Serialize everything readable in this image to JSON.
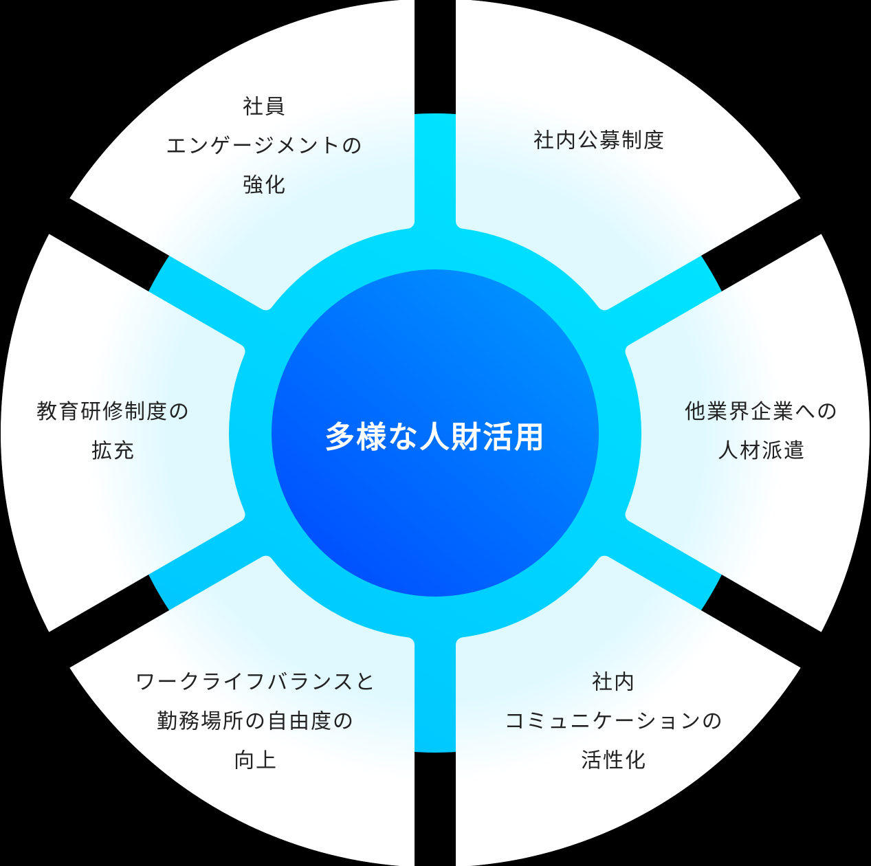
{
  "diagram": {
    "center_title": "多様な人財活用",
    "colors": {
      "background": "#000000",
      "ring_top": "#00e6ff",
      "ring_bottom": "#00c8ff",
      "core_light": "#0090ff",
      "core_dark": "#0052ff",
      "segment_white": "#ffffff",
      "segment_glow": "#e0f9ff",
      "text": "#222222",
      "center_text": "#ffffff"
    },
    "segments": [
      {
        "position": "top-left",
        "lines": [
          "社員",
          "エンゲージメントの",
          "強化"
        ]
      },
      {
        "position": "top-right",
        "lines": [
          "社内公募制度"
        ]
      },
      {
        "position": "right",
        "lines": [
          "他業界企業への",
          "人材派遣"
        ]
      },
      {
        "position": "bottom-right",
        "lines": [
          "社内",
          "コミュニケーションの",
          "活性化"
        ]
      },
      {
        "position": "bottom-left",
        "lines": [
          "ワークライフバランスと",
          "勤務場所の自由度の",
          "向上"
        ]
      },
      {
        "position": "left",
        "lines": [
          "教育研修制度の",
          "拡充"
        ]
      }
    ]
  }
}
